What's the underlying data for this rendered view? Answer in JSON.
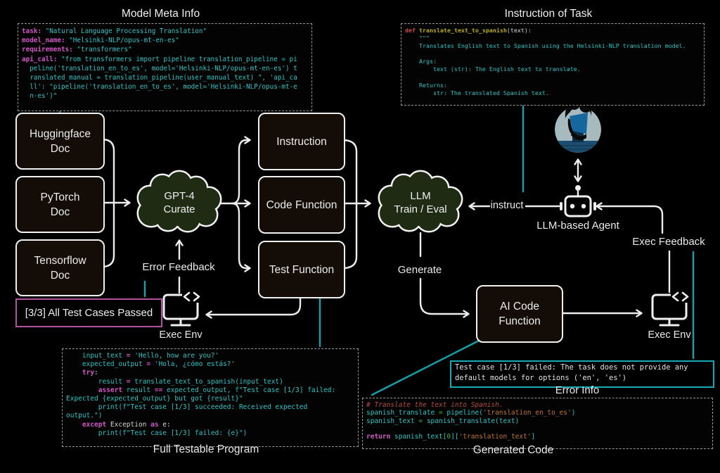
{
  "colors": {
    "background": "#000000",
    "box_border": "#f0f0f0",
    "box_fill": "#140d07",
    "cloud_fill": "#1f2b13",
    "teal_callout": "#14a2a8",
    "error_border": "#17aab4",
    "status_border": "#b2529c",
    "code_cyan": "#2cc5c5",
    "code_magenta": "#d356c8",
    "code_red": "#d04a40",
    "code_yellow": "#b9ab28",
    "code_green": "#3fae4a",
    "code_orange": "#bf7434",
    "dashed_border": "#989898"
  },
  "icons": {
    "user": "person-avatar",
    "agent": "robot-icon",
    "exec_env": "monitor-code-icon",
    "gpt4": "cloud-shape",
    "llm": "cloud-shape"
  },
  "code_blocks": {
    "model_meta_info": {
      "title": "Model Meta Info",
      "lines": [
        [
          [
            "mag",
            "task:"
          ],
          [
            "cyan",
            " \"Natural Language Processing Translation\""
          ]
        ],
        [
          [
            "mag",
            "model_name:"
          ],
          [
            "cyan",
            " \"Helsinki-NLP/opus-mt-en-es\""
          ]
        ],
        [
          [
            "mag",
            "requirements:"
          ],
          [
            "cyan",
            " \"transformers\""
          ]
        ],
        [
          [
            "mag",
            "api_call:"
          ],
          [
            "cyan",
            " \"from transformers import pipeline translation_pipeline = pi"
          ]
        ],
        [
          [
            "cyan",
            "  peline('translation_en_to_es', model='Helsinki-NLP/opus-mt-en-es') t"
          ]
        ],
        [
          [
            "cyan",
            "  ranslated_manual = translation_pipeline(user_manual_text) \", 'api_ca"
          ]
        ],
        [
          [
            "cyan",
            "  ll': \"pipeline('translation_en_to_es', model='Helsinki-NLP/opus-mt-e"
          ]
        ],
        [
          [
            "cyan",
            "  n-es')\""
          ]
        ]
      ]
    },
    "instruction_of_task": {
      "title": "Instruction of Task",
      "lines": [
        [
          [
            "red",
            "def"
          ],
          [
            "yel",
            " translate_text_to_spanish"
          ],
          [
            "wh",
            "(text):"
          ]
        ],
        [
          [
            "cyan",
            "    \"\"\""
          ]
        ],
        [
          [
            "cyan",
            "    Translates English text to Spanish using the Helsinki-NLP translation model."
          ]
        ],
        [],
        [
          [
            "cyan",
            "    Args:"
          ]
        ],
        [
          [
            "cyan",
            "        text (str): The English text to translate."
          ]
        ],
        [],
        [
          [
            "cyan",
            "    Returns:"
          ]
        ],
        [
          [
            "cyan",
            "        str: The translated Spanish text."
          ]
        ]
      ]
    },
    "full_testable_program": {
      "caption": "Full Testable Program",
      "lines": [
        [
          [
            "cyan",
            "    input_text "
          ],
          [
            "mag",
            "="
          ],
          [
            "cyan",
            " 'Hello, how are you?'"
          ]
        ],
        [
          [
            "cyan",
            "    expected_output "
          ],
          [
            "mag",
            "="
          ],
          [
            "cyan",
            " 'Hola, ¿cómo estás?'"
          ]
        ],
        [
          [
            "mag",
            "    try"
          ],
          [
            "wh",
            ":"
          ]
        ],
        [
          [
            "cyan",
            "        result "
          ],
          [
            "mag",
            "="
          ],
          [
            "cyan",
            " translate_text_to_spanish(input_text)"
          ]
        ],
        [
          [
            "mag",
            "        assert"
          ],
          [
            "cyan",
            " result "
          ],
          [
            "mag",
            "=="
          ],
          [
            "cyan",
            " expected_output, f\"Test case [1/3] failed:"
          ]
        ],
        [
          [
            "cyan",
            "Expected {expected_output} but got {result}\""
          ]
        ],
        [
          [
            "cyan",
            "        print(f\"Test case [1/3] succeeded: Received expected"
          ]
        ],
        [
          [
            "cyan",
            "output.\")"
          ]
        ],
        [
          [
            "mag",
            "    except"
          ],
          [
            "wh",
            " Exception "
          ],
          [
            "mag",
            "as"
          ],
          [
            "wh",
            " e:"
          ]
        ],
        [
          [
            "cyan",
            "        print(f\"Test case [1/3] failed: {e}\")"
          ]
        ]
      ]
    },
    "generated_code": {
      "caption": "Generated Code",
      "lines": [
        [
          [
            "cm",
            "# Translate the text into Spanish."
          ]
        ],
        [
          [
            "cyan",
            "spanish_translate "
          ],
          [
            "grn",
            "="
          ],
          [
            "cyan",
            " pipeline("
          ],
          [
            "org",
            "'translation_en_to_es'"
          ],
          [
            "cyan",
            ")"
          ]
        ],
        [
          [
            "cyan",
            "spanish_text "
          ],
          [
            "grn",
            "="
          ],
          [
            "cyan",
            " spanish_translate(text)"
          ]
        ],
        [],
        [
          [
            "mag",
            "return"
          ],
          [
            "cyan",
            " spanish_text["
          ],
          [
            "grn",
            "0"
          ],
          [
            "cyan",
            "]["
          ],
          [
            "org",
            "'translation_text'"
          ],
          [
            "cyan",
            "]"
          ]
        ]
      ]
    }
  },
  "error_info": {
    "caption": "Error Info",
    "lines": [
      "Test case [1/3] failed: The task does not provide any",
      "default models for options ('en', 'es')"
    ]
  },
  "status_banner": {
    "text": "[3/3] All Test Cases Passed"
  },
  "doc_boxes": [
    {
      "lines": [
        "Huggingface",
        "Doc"
      ]
    },
    {
      "lines": [
        "PyTorch",
        "Doc"
      ]
    },
    {
      "lines": [
        "Tensorflow",
        "Doc"
      ]
    }
  ],
  "artifact_boxes": [
    {
      "label": "Instruction"
    },
    {
      "label": "Code Function"
    },
    {
      "label": "Test Function"
    }
  ],
  "ai_code_function_box": {
    "lines": [
      "AI Code",
      "Function"
    ]
  },
  "clouds": {
    "gpt4": {
      "lines": [
        "GPT-4",
        "Curate"
      ]
    },
    "llm": {
      "lines": [
        "LLM",
        "Train / Eval"
      ]
    }
  },
  "labels": {
    "error_feedback": "Error Feedback",
    "exec_env": "Exec Env",
    "exec_feedback": "Exec Feedback",
    "generate": "Generate",
    "instruct": "instruct",
    "llm_based_agent": "LLM-based Agent"
  }
}
